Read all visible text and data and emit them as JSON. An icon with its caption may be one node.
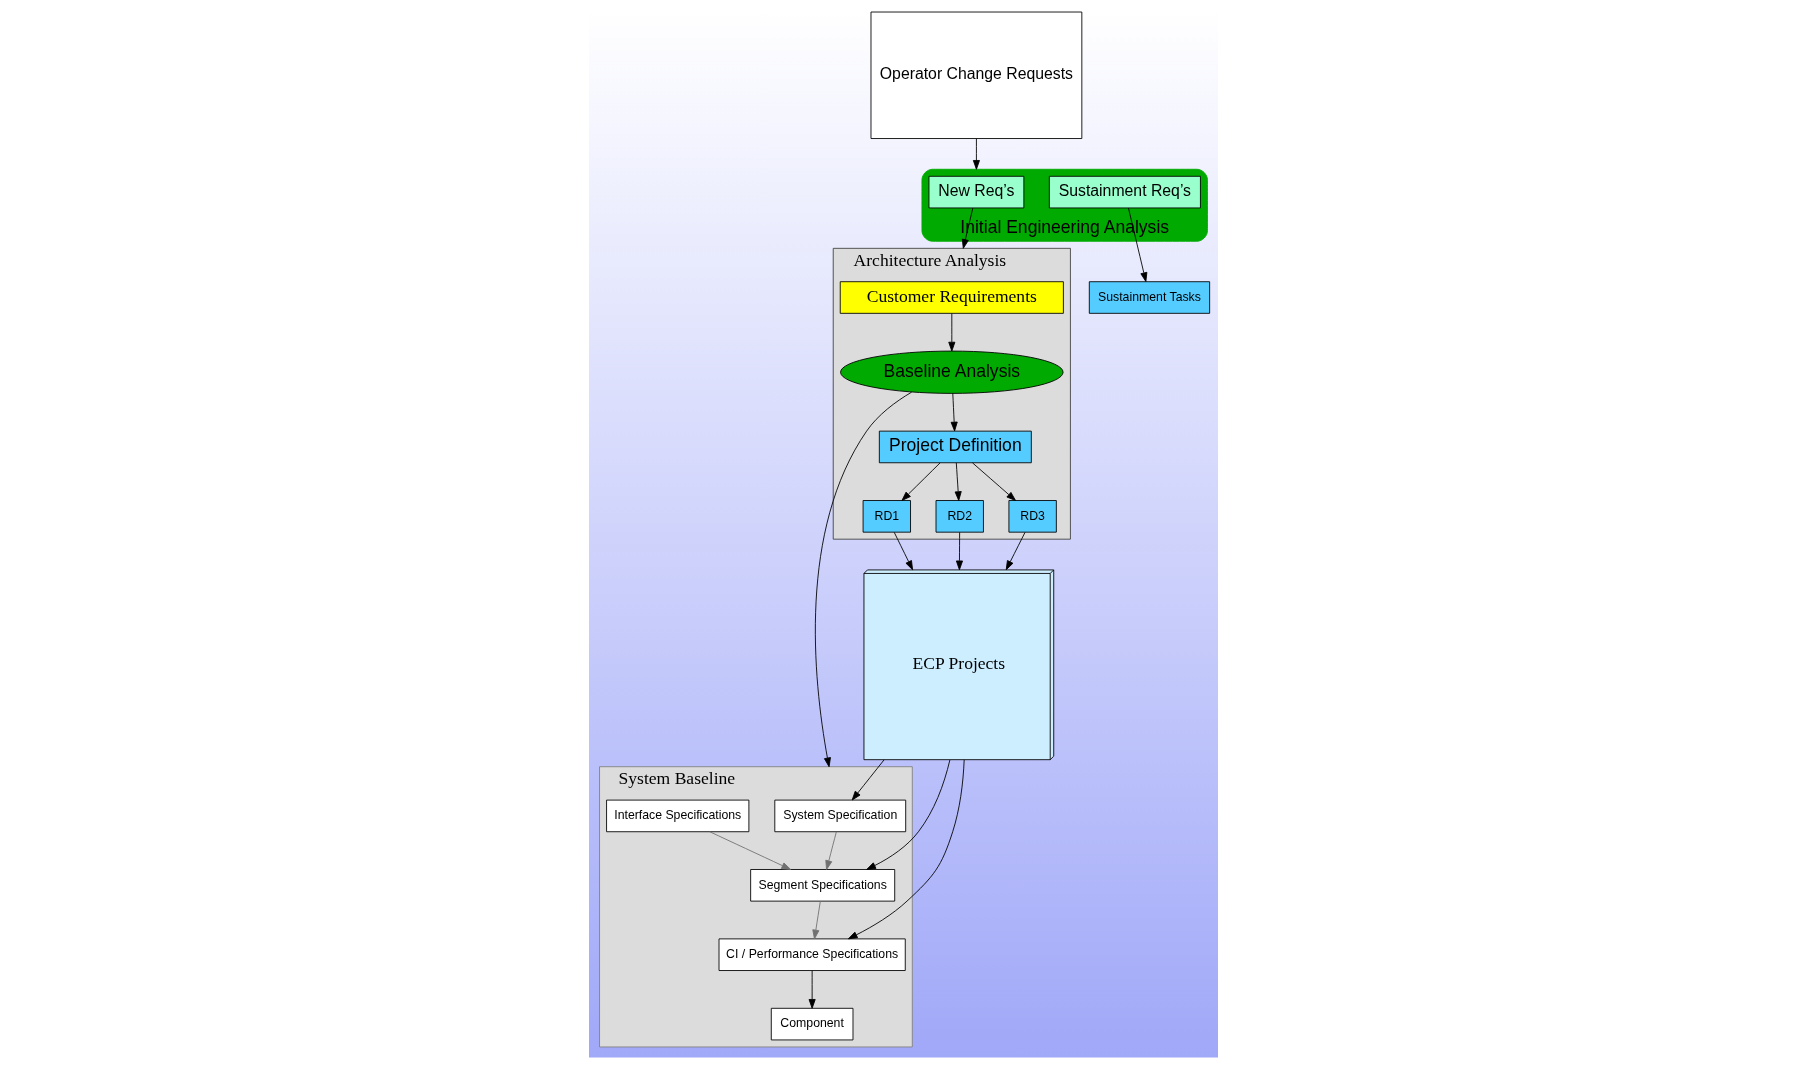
{
  "diagram": {
    "nodes": [
      {
        "text": [
          "Architecture Analysis"
        ]
      },
      {
        "text": [
          "Customer Requirements"
        ],
        "in": 0
      },
      {
        "text": [
          "Baseline Analysis"
        ],
        "in": 0
      },
      {
        "text": [
          "Project Definition"
        ],
        "in": 0
      },
      {
        "text": [
          "RD1"
        ],
        "in": 0
      },
      {
        "text": [
          "RD2"
        ],
        "in": 0
      },
      {
        "text": [
          "RD3"
        ],
        "in": 0
      },
      {
        "text": [
          "Initial Engineering Analysis"
        ]
      },
      {
        "text": [
          "New Req’s"
        ],
        "in": 7
      },
      {
        "text": [
          "Sustainment Req’s"
        ],
        "in": 7
      },
      {
        "text": [
          "System Baseline"
        ]
      },
      {
        "text": [
          "System Specification"
        ],
        "in": 10
      },
      {
        "text": [
          "Segment Specifications"
        ],
        "in": 10
      },
      {
        "text": [
          "Interface Specifications"
        ],
        "in": 10
      },
      {
        "text": [
          "CI / Performance Specifications"
        ],
        "in": 10
      },
      {
        "text": [
          "Component"
        ],
        "in": 10
      },
      {
        "text": [
          "ECP Projects"
        ]
      },
      {
        "text": [
          "Sustainment Tasks"
        ]
      },
      {
        "text": [
          "Operator Change Requests"
        ]
      }
    ],
    "edges": [
      {
        "from": 1,
        "to": 2,
        "arrow": "to"
      },
      {
        "from": 2,
        "to": 3,
        "arrow": "to"
      },
      {
        "from": 3,
        "to": 4,
        "arrow": "to"
      },
      {
        "from": 3,
        "to": 5,
        "arrow": "to"
      },
      {
        "from": 3,
        "to": 6,
        "arrow": "to"
      },
      {
        "from": 4,
        "to": 16,
        "arrow": "to"
      },
      {
        "from": 5,
        "to": 16,
        "arrow": "to"
      },
      {
        "from": 6,
        "to": 16,
        "arrow": "to"
      },
      {
        "from": 8,
        "to": 0,
        "arrow": "to"
      },
      {
        "from": 9,
        "to": 17,
        "arrow": "to"
      },
      {
        "from": 18,
        "to": 7,
        "arrow": "to"
      },
      {
        "from": 2,
        "to": 10,
        "arrow": "to"
      },
      {
        "from": 16,
        "to": 11,
        "arrow": "to"
      },
      {
        "from": 16,
        "to": 12,
        "arrow": "to"
      },
      {
        "from": 16,
        "to": 14,
        "arrow": "to"
      },
      {
        "from": 11,
        "to": 12,
        "arrow": "to",
        "color": "#707070"
      },
      {
        "from": 13,
        "to": 12,
        "arrow": "to",
        "color": "#707070"
      },
      {
        "from": 12,
        "to": 14,
        "arrow": "to",
        "color": "#707070"
      },
      {
        "from": 14,
        "to": 15,
        "arrow": "to"
      }
    ]
  }
}
